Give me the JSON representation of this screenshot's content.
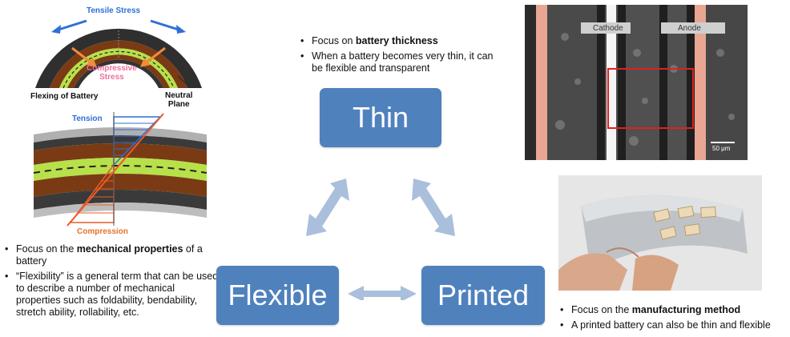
{
  "colors": {
    "box": "#4f81bd",
    "arrow": "#a9bfdb"
  },
  "boxes": {
    "thin": "Thin",
    "flexible": "Flexible",
    "printed": "Printed"
  },
  "thin_notes": {
    "item1_prefix": "Focus on ",
    "item1_bold": "battery thickness",
    "item2": "When a battery becomes very thin, it can be flexible and transparent"
  },
  "flexible_notes": {
    "item1_prefix": "Focus on the ",
    "item1_bold": "mechanical properties",
    "item1_suffix": " of a battery",
    "item2": "“Flexibility” is a general term that can be used to describe a number of mechanical properties such as foldability, bendability, stretch ability, rollability, etc."
  },
  "printed_notes": {
    "item1_prefix": "Focus on the ",
    "item1_bold": "manufacturing method",
    "item2": "A printed battery can also be thin and flexible"
  },
  "bend_figure": {
    "tensile": "Tensile Stress",
    "compressive_line1": "Compressive",
    "compressive_line2": "Stress",
    "flexing": "Flexing of Battery",
    "neutral_line1": "Neutral",
    "neutral_line2": "Plane",
    "tension": "Tension",
    "compression": "Compression"
  },
  "micrograph": {
    "cathode": "Cathode",
    "anode": "Anode",
    "scale": "50 μm"
  }
}
